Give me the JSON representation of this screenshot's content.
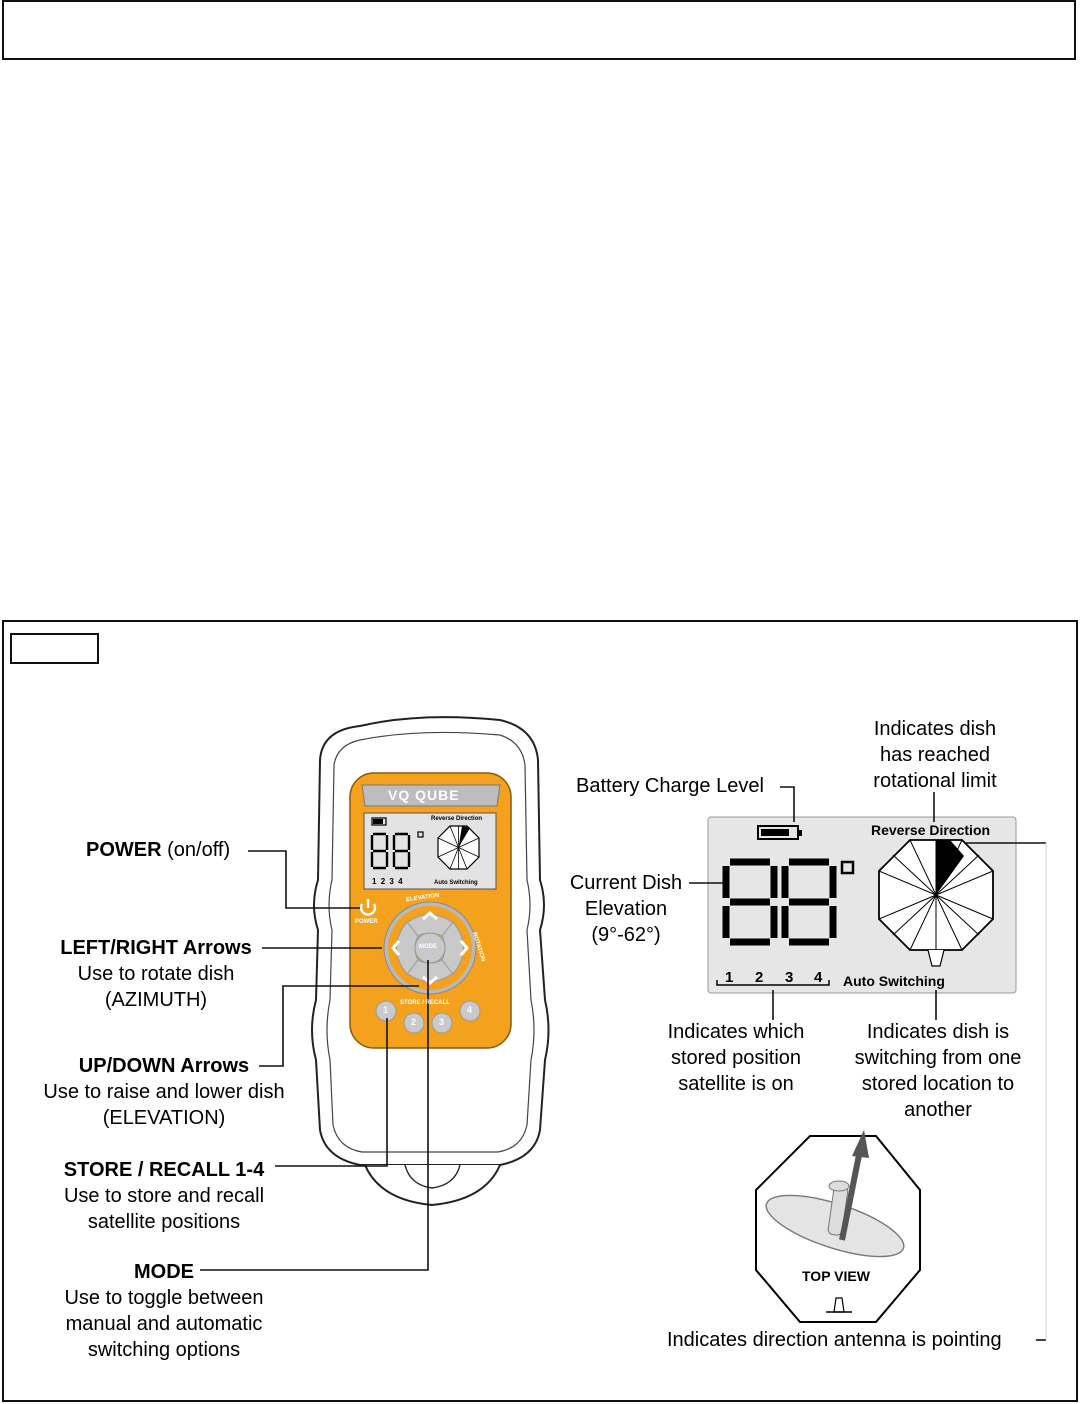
{
  "remote": {
    "brand": "VQ QUBE",
    "lcd_reverse": "Reverse Direction",
    "lcd_auto": "Auto Switching",
    "lcd_digits": "88",
    "lcd_slots": [
      "1",
      "2",
      "3",
      "4"
    ],
    "power_label": "POWER",
    "elevation_label": "ELEVATION",
    "rotation_label": "ROTATION",
    "mode_label": "MODE",
    "store_recall_label": "STORE / RECALL",
    "store_buttons": [
      "1",
      "2",
      "3",
      "4"
    ]
  },
  "callouts_left": {
    "power": {
      "title": "POWER",
      "rest": "(on/off)"
    },
    "leftright": {
      "title": "LEFT/RIGHT Arrows",
      "line1": "Use to rotate dish",
      "line2": "(AZIMUTH)"
    },
    "updown": {
      "title": "UP/DOWN Arrows",
      "line1": "Use to raise and lower dish",
      "line2": "(ELEVATION)"
    },
    "store": {
      "title": "STORE / RECALL 1-4",
      "line1": "Use to store and recall",
      "line2": "satellite positions"
    },
    "mode": {
      "title": "MODE",
      "line1": "Use to toggle between",
      "line2": "manual and automatic",
      "line3": "switching options"
    }
  },
  "display": {
    "reverse_direction": "Reverse Direction",
    "auto_switching": "Auto Switching",
    "slots": [
      "1",
      "2",
      "3",
      "4"
    ]
  },
  "callouts_right": {
    "limit": {
      "line1": "Indicates dish",
      "line2": "has reached",
      "line3": "rotational limit"
    },
    "battery": "Battery Charge Level",
    "elevation": {
      "line1": "Current Dish",
      "line2": "Elevation",
      "line3": "(9°-62°)"
    },
    "stored": {
      "line1": "Indicates which",
      "line2": "stored position",
      "line3": "satellite is on"
    },
    "switching": {
      "line1": "Indicates dish is",
      "line2": "switching from one",
      "line3": "stored location to",
      "line4": "another"
    },
    "top_view": "TOP VIEW",
    "pointing": "Indicates direction antenna is pointing"
  },
  "colors": {
    "remote_orange": "#f4a11d",
    "remote_body": "#ffffff",
    "lcd_bg": "#e6e6e6",
    "button_gray": "#c8c8c8"
  }
}
